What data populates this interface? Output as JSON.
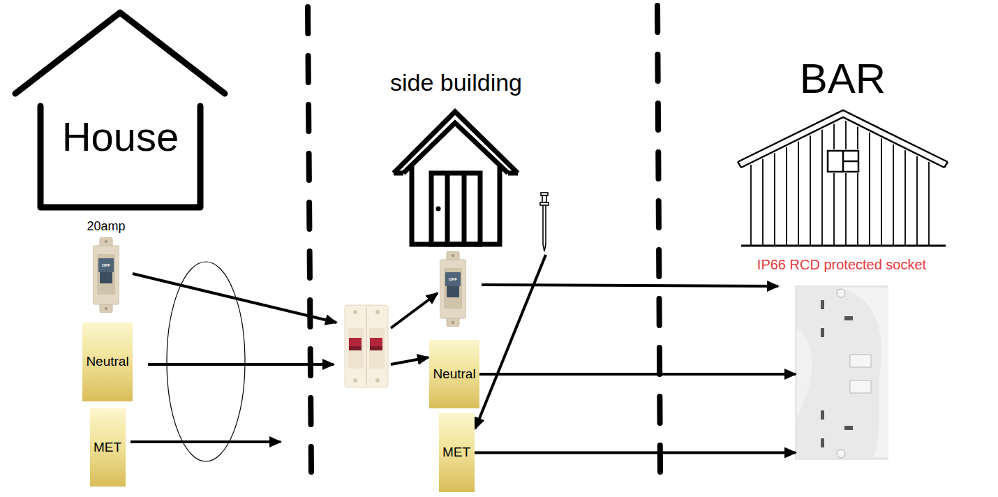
{
  "diagram": {
    "nodes": [
      {
        "text": [
          "House"
        ]
      },
      {
        "text": [
          "20amp"
        ]
      },
      {
        "text": [
          "Neutral"
        ]
      },
      {
        "text": [
          "MET"
        ]
      },
      {
        "text": [
          "side building"
        ]
      },
      {
        "text": [
          "Neutral"
        ]
      },
      {
        "text": [
          "MET"
        ]
      },
      {
        "text": [
          "BAR"
        ]
      },
      {
        "text": [
          "IP66 RCD protected socket"
        ]
      }
    ],
    "edges": [
      {
        "from": 5,
        "to": 8,
        "arrow": "to"
      },
      {
        "from": 6,
        "to": 8,
        "arrow": "to"
      }
    ],
    "labels": [
      "OFF",
      "OFF"
    ]
  }
}
